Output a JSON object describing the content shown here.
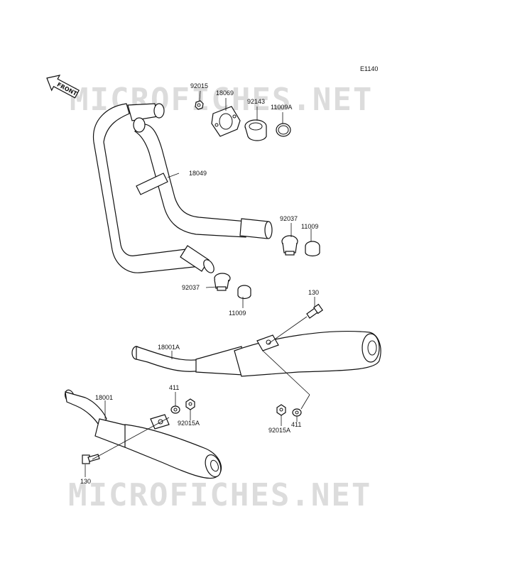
{
  "diagram": {
    "code": "E1140",
    "front_label": "FRONT",
    "watermark_top": "MICROFICHES.NET",
    "watermark_bottom": "MICROFICHES.NET",
    "parts": {
      "p92015": "92015",
      "p18069": "18069",
      "p92143": "92143",
      "p11009A": "11009A",
      "p18049": "18049",
      "p92037_upper": "92037",
      "p11009_upper": "11009",
      "p92037_lower": "92037",
      "p11009_lower": "11009",
      "p130_upper": "130",
      "p18001A": "18001A",
      "p411_left": "411",
      "p18001": "18001",
      "p92015A_left": "92015A",
      "p92015A_right": "92015A",
      "p411_right": "411",
      "p130_lower": "130"
    }
  }
}
